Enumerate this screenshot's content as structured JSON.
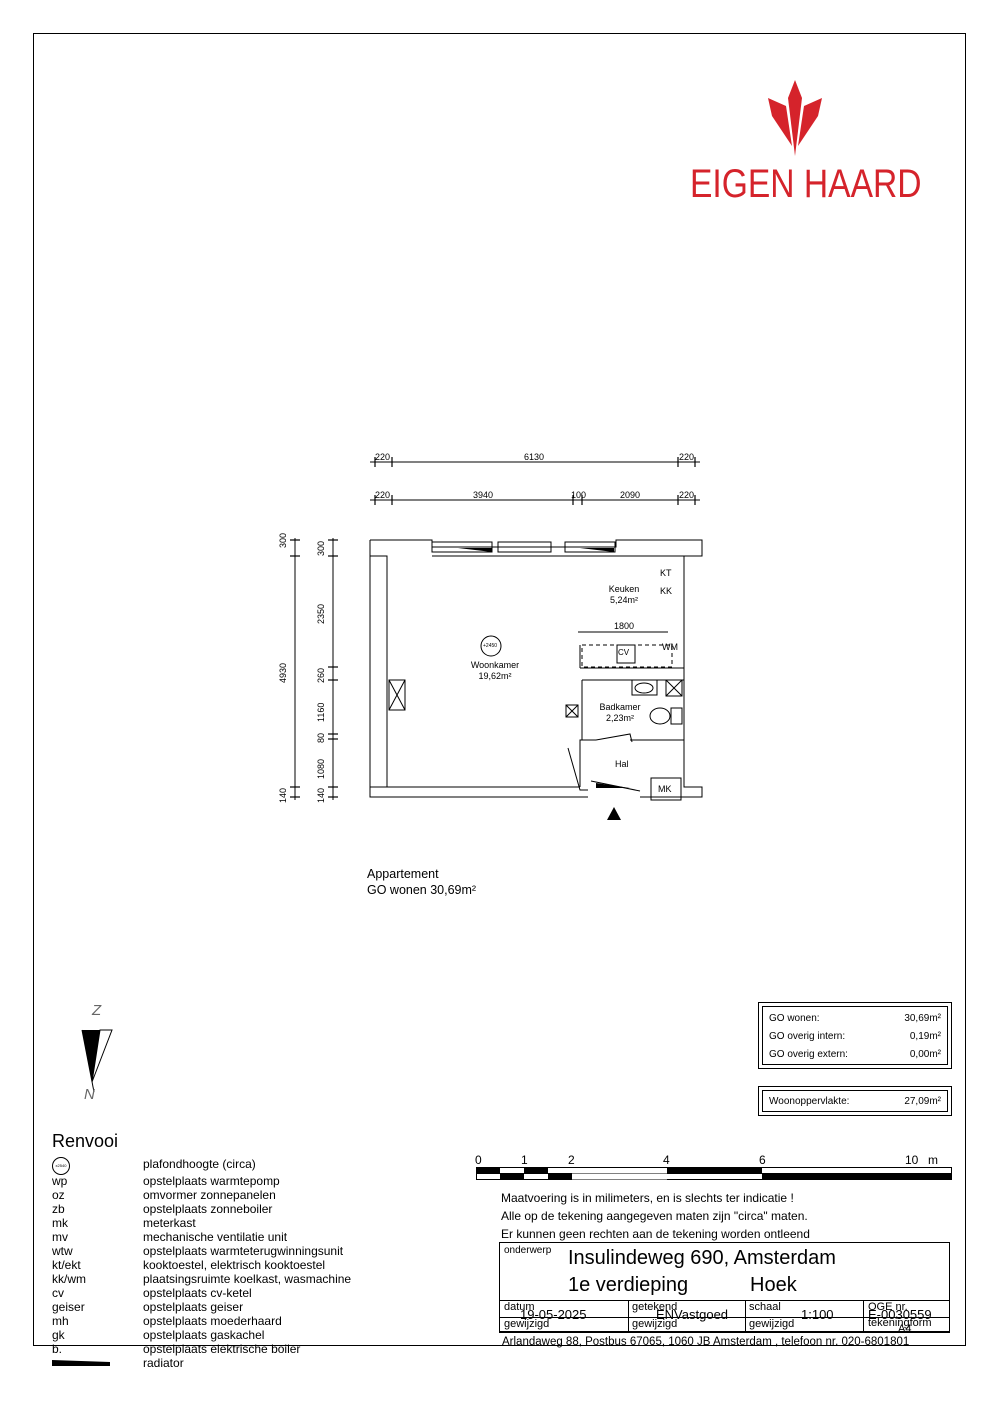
{
  "logo": {
    "text": "EIGEN HAARD",
    "color": "#d5232b"
  },
  "plan": {
    "dims_top_outer": [
      "220",
      "6130",
      "220"
    ],
    "dims_top_inner": [
      "220",
      "3940",
      "100",
      "2090",
      "220"
    ],
    "dims_left_outer": [
      "300",
      "4930",
      "140"
    ],
    "dims_left_inner": [
      "300",
      "2350",
      "260",
      "1160",
      "80",
      "1080",
      "140"
    ],
    "rooms": {
      "woonkamer": {
        "name": "Woonkamer",
        "area": "19,62m²"
      },
      "keuken": {
        "name": "Keuken",
        "area": "5,24m²"
      },
      "badkamer": {
        "name": "Badkamer",
        "area": "2,23m²"
      },
      "hal": {
        "name": "Hal"
      }
    },
    "ceiling_height": "+2450",
    "labels": {
      "kt": "KT",
      "kk": "KK",
      "wm": "WM",
      "cv": "CV",
      "mk": "MK",
      "counter_dim": "1800"
    }
  },
  "apartment": {
    "title": "Appartement",
    "go": "GO wonen 30,69m²"
  },
  "summary": [
    {
      "label": "GO wonen:",
      "value": "30,69m²"
    },
    {
      "label": "GO overig intern:",
      "value": "0,19m²"
    },
    {
      "label": "GO overig extern:",
      "value": "0,00m²"
    }
  ],
  "woonoppervlakte": {
    "label": "Woonoppervlakte:",
    "value": "27,09m²"
  },
  "compass": {
    "north": "N",
    "south": "Z"
  },
  "renvooi": {
    "title": "Renvooi",
    "symbol_text": "x2540",
    "items": [
      {
        "k": "",
        "d": "plafondhoogte (circa)"
      },
      {
        "k": "wp",
        "d": "opstelplaats warmtepomp"
      },
      {
        "k": "oz",
        "d": "omvormer zonnepanelen"
      },
      {
        "k": "zb",
        "d": "opstelplaats zonneboiler"
      },
      {
        "k": "mk",
        "d": "meterkast"
      },
      {
        "k": "mv",
        "d": "mechanische ventilatie unit"
      },
      {
        "k": "wtw",
        "d": "opstelplaats warmteterugwinningsunit"
      },
      {
        "k": "kt/ekt",
        "d": "kooktoestel, elektrisch kooktoestel"
      },
      {
        "k": "kk/wm",
        "d": "plaatsingsruimte koelkast, wasmachine"
      },
      {
        "k": "cv",
        "d": "opstelplaats cv-ketel"
      },
      {
        "k": "geiser",
        "d": "opstelplaats geiser"
      },
      {
        "k": "mh",
        "d": "opstelplaats moederhaard"
      },
      {
        "k": "gk",
        "d": "opstelplaats gaskachel"
      },
      {
        "k": "b.",
        "d": "opstelplaats elektrische boiler"
      },
      {
        "k": "",
        "d": "radiator"
      }
    ]
  },
  "scale_bar": {
    "labels": [
      "0",
      "1",
      "2",
      "4",
      "6",
      "10",
      "m"
    ]
  },
  "notes": [
    "Maatvoering is in milimeters, en is slechts ter indicatie !",
    "Alle op de tekening aangegeven maten zijn \"circa\" maten.",
    "Er kunnen geen rechten aan de tekening worden ontleend"
  ],
  "title_block": {
    "onderwerp_label": "onderwerp",
    "address": "Insulindeweg 690, Amsterdam",
    "floor": "1e verdieping",
    "position": "Hoek",
    "datum_label": "datum",
    "datum": "19-05-2025",
    "getekend_label": "getekend",
    "getekend": "ENVastgoed",
    "schaal_label": "schaal",
    "schaal": "1:100",
    "oge_label": "OGE nr.",
    "oge": "E-0030559",
    "gewijzigd_1": "gewijzigd",
    "gewijzigd_2": "gewijzigd",
    "gewijzigd_3": "gewijzigd",
    "tekeningform_label": "tekeningform",
    "tekeningform": "A4",
    "footer": "Arlandaweg 88, Postbus 67065, 1060 JB Amsterdam , telefoon nr. 020-6801801"
  }
}
